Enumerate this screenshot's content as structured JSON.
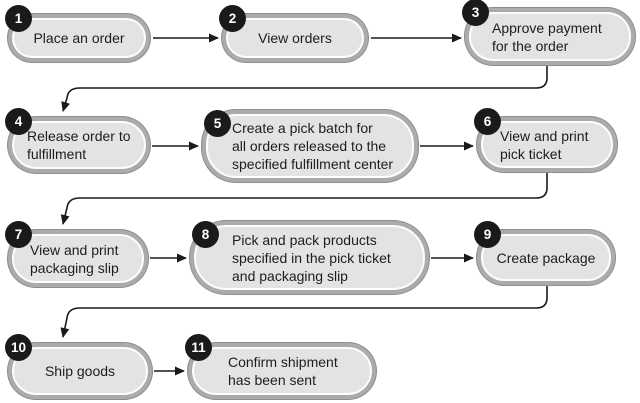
{
  "diagram": {
    "type": "flowchart",
    "description": "Order fulfillment process flow, 11 numbered steps in 4 rows",
    "colors": {
      "background": "#ffffff",
      "node_fill": "#e4e3e3",
      "node_border": "#ababab",
      "node_border_outer": "#8e8e8e",
      "node_inner_highlight": "#fdfdfd",
      "badge_bg": "#1a1a1a",
      "badge_text": "#ffffff",
      "arrow": "#1a1a1a",
      "text": "#1d1d1d"
    },
    "nodes": [
      {
        "num": "1",
        "label": "Place an order"
      },
      {
        "num": "2",
        "label": "View orders"
      },
      {
        "num": "3",
        "label": "Approve payment\nfor the order"
      },
      {
        "num": "4",
        "label": "Release order to\nfulfillment"
      },
      {
        "num": "5",
        "label": "Create a pick batch for\nall orders released to the\nspecified fulfillment center"
      },
      {
        "num": "6",
        "label": "View and print\npick ticket"
      },
      {
        "num": "7",
        "label": "View and print\npackaging slip"
      },
      {
        "num": "8",
        "label": "Pick and pack products\nspecified in the pick ticket\nand packaging slip"
      },
      {
        "num": "9",
        "label": "Create package"
      },
      {
        "num": "10",
        "label": "Ship goods"
      },
      {
        "num": "11",
        "label": "Confirm shipment\nhas been sent"
      }
    ],
    "edges": [
      {
        "from": "1",
        "to": "2"
      },
      {
        "from": "2",
        "to": "3"
      },
      {
        "from": "3",
        "to": "4"
      },
      {
        "from": "4",
        "to": "5"
      },
      {
        "from": "5",
        "to": "6"
      },
      {
        "from": "6",
        "to": "7"
      },
      {
        "from": "7",
        "to": "8"
      },
      {
        "from": "8",
        "to": "9"
      },
      {
        "from": "9",
        "to": "10"
      },
      {
        "from": "10",
        "to": "11"
      }
    ]
  }
}
